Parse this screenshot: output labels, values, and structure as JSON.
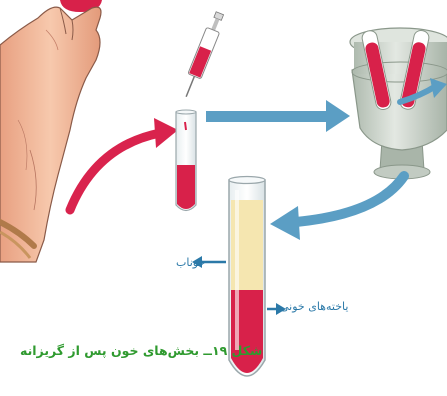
{
  "figure": {
    "caption": "شکل ۱۹ــ بخش‌های خون پس از گریزانه",
    "labels": {
      "plasma": "خوناب",
      "blood_cells": "یاخته‌های خونی"
    }
  },
  "colors": {
    "blood": "#d8214a",
    "arrow_red": "#d9234d",
    "arrow_blue": "#5b9ec4",
    "plasma": "#f5e6b0",
    "skin": "#f2b99a",
    "centrifuge": "#c9d2c9",
    "caption_green": "#2f9a2f"
  }
}
